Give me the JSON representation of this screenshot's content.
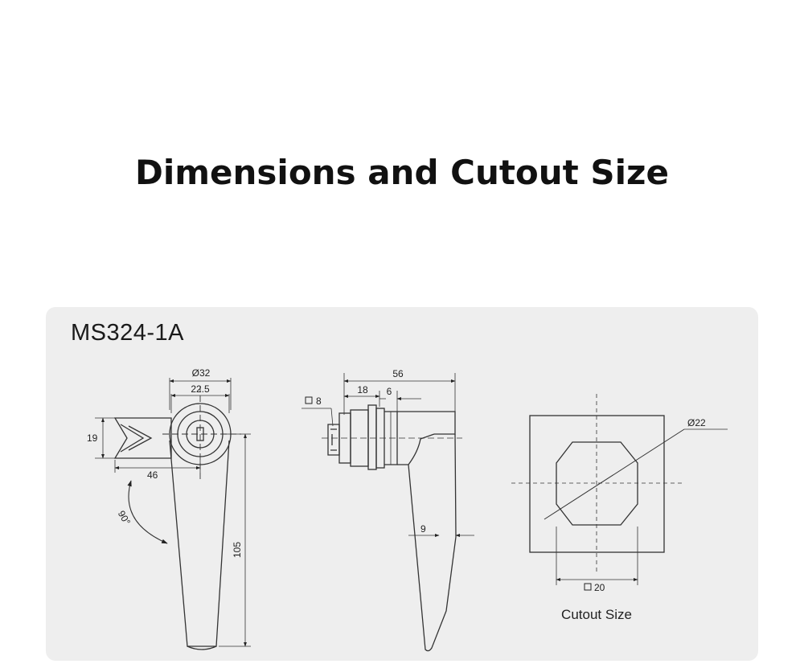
{
  "title": "Dimensions and Cutout Size",
  "model": "MS324-1A",
  "dimensions": {
    "outer_diameter": "32",
    "inner_width": "22.5",
    "bolt_height": "19",
    "bolt_length": "46",
    "rotation": "90°",
    "handle_length": "105",
    "side_total_length": "56",
    "side_body_length": "18",
    "side_step": "6",
    "square_drive": "8",
    "handle_thickness": "9",
    "cutout_diameter": "22",
    "cutout_square": "20"
  },
  "cutout_label": "Cutout Size",
  "colors": {
    "panel": "#eeeeee",
    "line": "#333333",
    "text": "#111111"
  }
}
